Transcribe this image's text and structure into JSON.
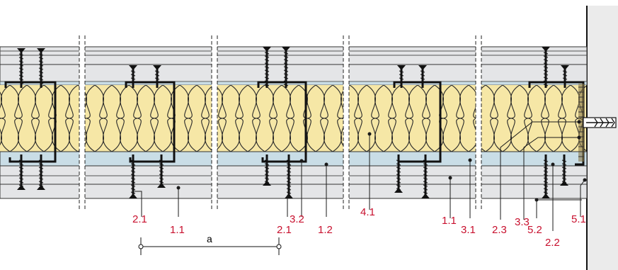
{
  "colors": {
    "board": "#e4e5e7",
    "insulation": "#f6e7a6",
    "insulation_stroke": "#2a2a2a",
    "foil": "#c9dde6",
    "wall": "#ebebeb",
    "stud": "#111111",
    "callout": "#c8102e",
    "leader": "#1a1a1a"
  },
  "callouts": [
    {
      "id": "2.1-left",
      "label": "2.1"
    },
    {
      "id": "1.1-left",
      "label": "1.1"
    },
    {
      "id": "2.1-mid",
      "label": "2.1"
    },
    {
      "id": "3.2",
      "label": "3.2"
    },
    {
      "id": "1.2",
      "label": "1.2"
    },
    {
      "id": "4.1",
      "label": "4.1"
    },
    {
      "id": "1.1-right",
      "label": "1.1"
    },
    {
      "id": "3.1",
      "label": "3.1"
    },
    {
      "id": "2.3",
      "label": "2.3"
    },
    {
      "id": "3.3",
      "label": "3.3"
    },
    {
      "id": "5.2",
      "label": "5.2"
    },
    {
      "id": "5.1",
      "label": "5.1"
    },
    {
      "id": "2.2",
      "label": "2.2"
    }
  ],
  "dimension": {
    "label": "a"
  }
}
